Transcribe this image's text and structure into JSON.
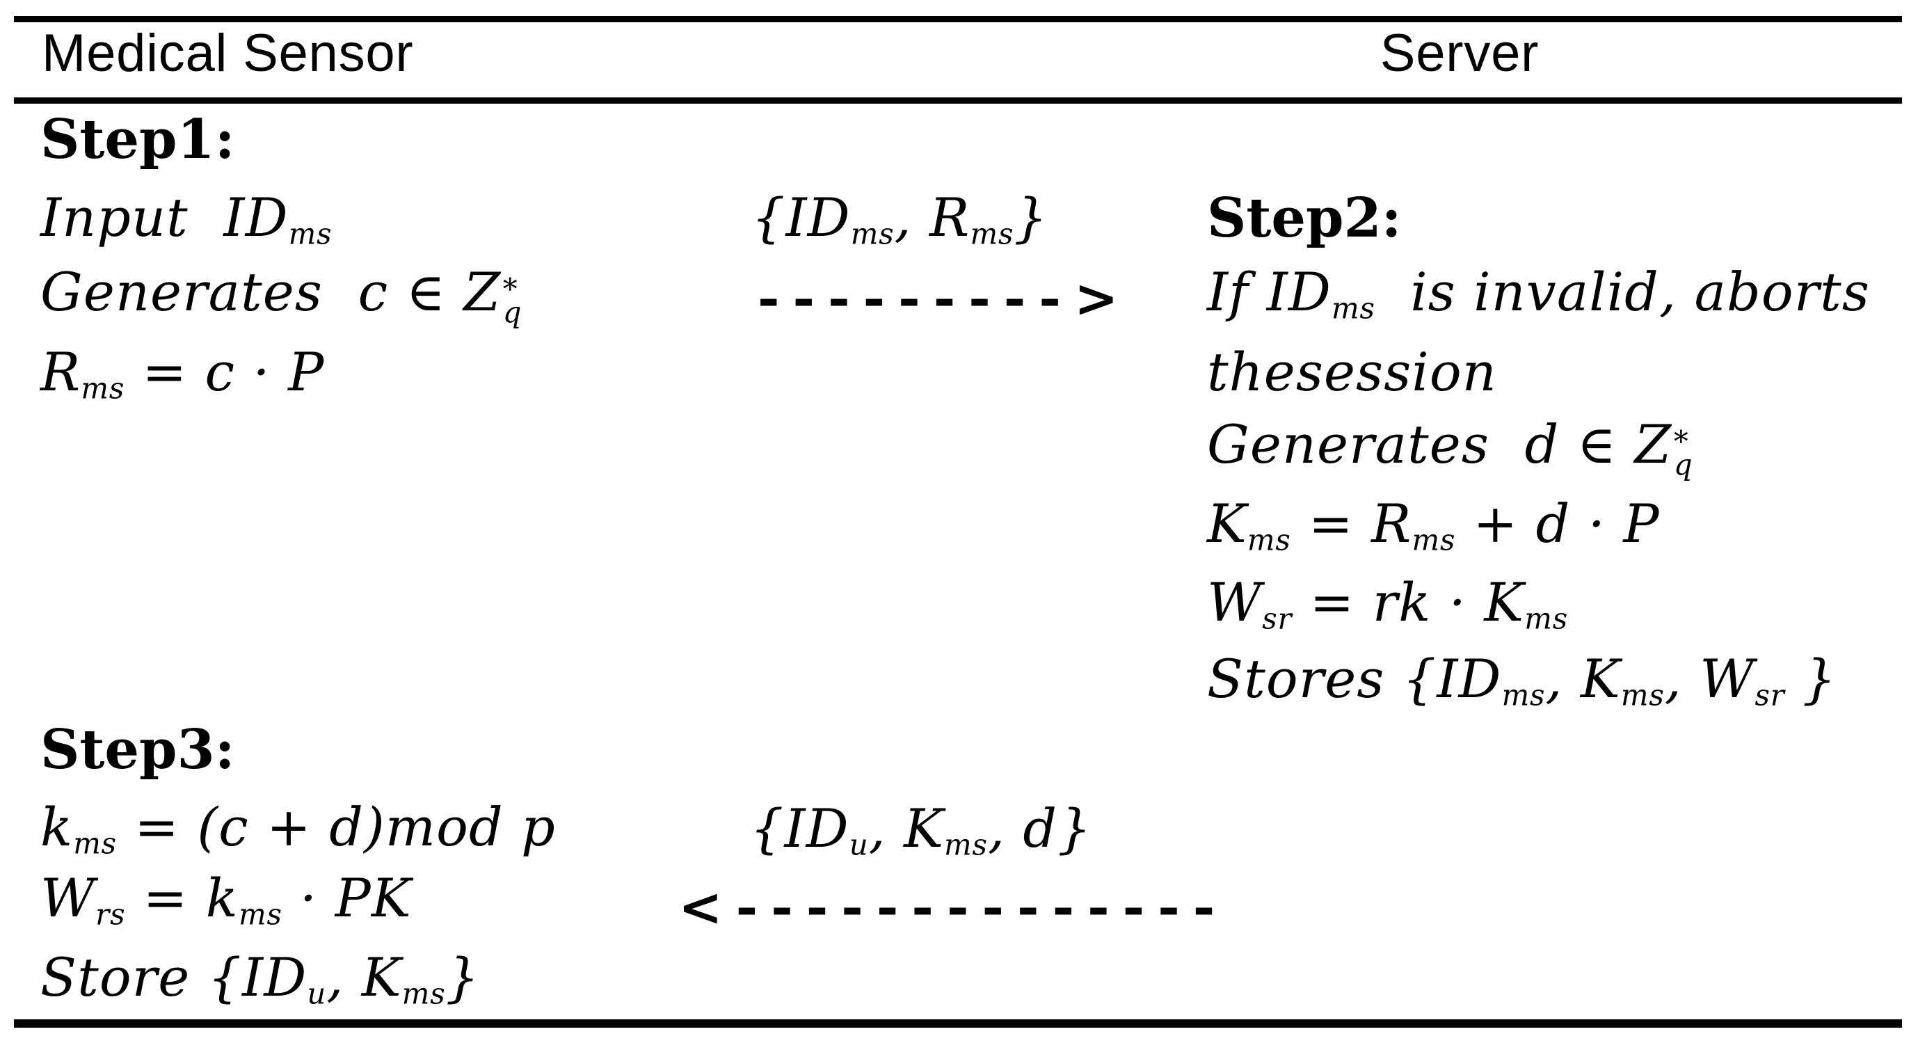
{
  "colors": {
    "ink": "#000000",
    "paper": "#ffffff"
  },
  "header": {
    "left": "Medical Sensor",
    "right": "Server"
  },
  "sensor": {
    "step1_label": "Step1:",
    "step1_lines": [
      [
        {
          "t": "Input  "
        },
        {
          "t": "ID",
          "sub": "ms"
        }
      ],
      [
        {
          "t": "Generates  c ∈ "
        },
        {
          "t": "Z",
          "stack": {
            "top": "*",
            "bottom": "q"
          }
        }
      ],
      [
        {
          "t": "R",
          "sub": "ms"
        },
        {
          "t": " = c · P"
        }
      ]
    ],
    "step3_label": "Step3:",
    "step3_lines": [
      [
        {
          "t": "k",
          "sub": "ms"
        },
        {
          "t": " = (c + d)mod p"
        }
      ],
      [
        {
          "t": "W",
          "sub": "rs"
        },
        {
          "t": " = k",
          "sub2": ""
        },
        {
          "t": "",
          "sub": "ms"
        },
        {
          "t": " · PK"
        }
      ],
      [
        {
          "t": "Store {"
        },
        {
          "t": "ID",
          "sub": "u"
        },
        {
          "t": ", "
        },
        {
          "t": "K",
          "sub": "ms"
        },
        {
          "t": "}"
        }
      ]
    ]
  },
  "server": {
    "step2_label": "Step2:",
    "step2_lines": [
      [
        {
          "t": "If "
        },
        {
          "t": "ID",
          "sub": "ms"
        },
        {
          "t": "  is invalid, aborts"
        }
      ],
      [
        {
          "t": "thesession"
        }
      ],
      [
        {
          "t": "Generates  d ∈ "
        },
        {
          "t": "Z",
          "stack": {
            "top": "*",
            "bottom": "q"
          }
        }
      ],
      [
        {
          "t": "K",
          "sub": "ms"
        },
        {
          "t": " = "
        },
        {
          "t": "R",
          "sub": "ms"
        },
        {
          "t": " + d · P"
        }
      ],
      [
        {
          "t": "W",
          "sub": "sr"
        },
        {
          "t": " = rk · "
        },
        {
          "t": "K",
          "sub": "ms"
        }
      ],
      [
        {
          "t": "Stores {"
        },
        {
          "t": "ID",
          "sub": "ms"
        },
        {
          "t": ", "
        },
        {
          "t": "K",
          "sub": "ms"
        },
        {
          "t": ", "
        },
        {
          "t": "W",
          "sub": "sr"
        },
        {
          "t": " }"
        }
      ]
    ]
  },
  "messages": {
    "to_server": {
      "label": [
        {
          "t": "{"
        },
        {
          "t": "ID",
          "sub": "ms"
        },
        {
          "t": ", "
        },
        {
          "t": "R",
          "sub": "ms"
        },
        {
          "t": "}"
        }
      ],
      "arrow": "--------->"
    },
    "to_sensor": {
      "label": [
        {
          "t": "{"
        },
        {
          "t": "ID",
          "sub": "u"
        },
        {
          "t": ", "
        },
        {
          "t": "K",
          "sub": "ms"
        },
        {
          "t": ", d}"
        }
      ],
      "arrow": "<--------------"
    }
  }
}
